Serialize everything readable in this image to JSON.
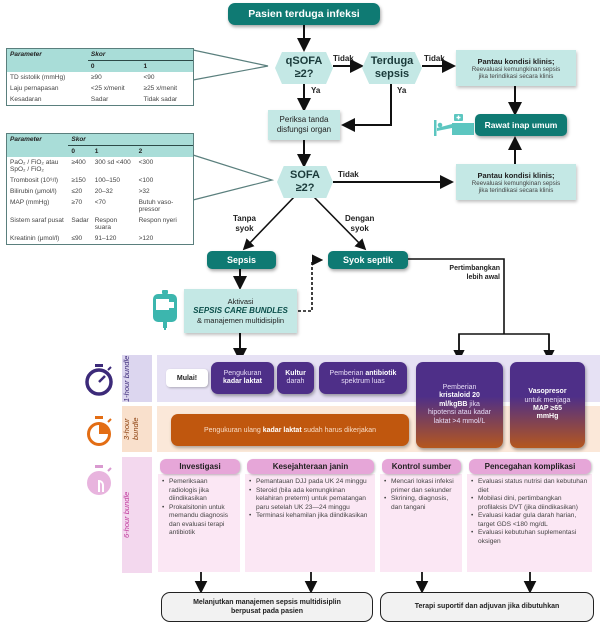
{
  "start": "Pasien terduga infeksi",
  "qsofa": {
    "label": "qSOFA",
    "cond": "≥2?"
  },
  "suspect": {
    "line1": "Terduga",
    "line2": "sepsis"
  },
  "monitor": {
    "title": "Pantau kondisi klinis;",
    "line1": "Reevaluasi kemungkinan sepsis",
    "line2": "jika terindikasi secara klinis"
  },
  "ward": "Rawat inap umum",
  "check_organ": {
    "line1": "Periksa tanda",
    "line2": "disfungsi organ"
  },
  "sofa": {
    "label": "SOFA",
    "cond": "≥2?"
  },
  "labels": {
    "no1": "Tidak",
    "no2": "Tidak",
    "no3": "Tidak",
    "yes1": "Ya",
    "yes2": "Ya",
    "without_shock_1": "Tanpa",
    "without_shock_2": "syok",
    "with_shock_1": "Dengan",
    "with_shock_2": "syok",
    "consider_1": "Pertimbangkan",
    "consider_2": "lebih awal"
  },
  "sepsis": "Sepsis",
  "septic_shock": "Syok septik",
  "activation": {
    "line1": "Aktivasi",
    "line2": "SEPSIS CARE BUNDLES",
    "line3": "& manajemen multidisiplin"
  },
  "qsofa_table": {
    "header": [
      "Parameter",
      "Skor"
    ],
    "scores": [
      "0",
      "1"
    ],
    "rows": [
      [
        "TD sistolik (mmHg)",
        "≥90",
        "<90"
      ],
      [
        "Laju pernapasan",
        "<25 x/menit",
        "≥25 x/menit"
      ],
      [
        "Kesadaran",
        "Sadar",
        "Tidak sadar"
      ]
    ]
  },
  "sofa_table": {
    "header": [
      "Parameter",
      "Skor"
    ],
    "scores": [
      "0",
      "1",
      "2"
    ],
    "rows": [
      [
        "PaO₂ / FiO₂ atau SpO₂ / FiO₂",
        "≥400",
        "300 sd <400",
        "<300"
      ],
      [
        "Trombosit (10⁹/l)",
        "≥150",
        "100–150",
        "<100"
      ],
      [
        "Bilirubin (μmol/l)",
        "≤20",
        "20–32",
        ">32"
      ],
      [
        "MAP (mmHg)",
        "≥70",
        "<70",
        "Butuh vaso-pressor"
      ],
      [
        "Sistem saraf pusat",
        "Sadar",
        "Respon suara",
        "Respon nyeri"
      ],
      [
        "Kreatinin (μmol/l)",
        "≤90",
        "91–120",
        ">120"
      ]
    ]
  },
  "bundles": {
    "one_hour": {
      "label": "1-hour bundle",
      "start": "Mulai!",
      "lactate_1": "Pengukuran",
      "lactate_2": "kadar laktat",
      "culture_1": "Kultur",
      "culture_2": "darah",
      "antibiotic_1": "Pemberian",
      "antibiotic_b": "antibiotik",
      "antibiotic_2": "spektrum luas"
    },
    "three_hour": {
      "label": "3-hour bundle",
      "text_1": "Pengukuran ulang",
      "text_b": "kadar laktat",
      "text_2": "sudah harus dikerjakan"
    },
    "crystalloid": {
      "l1": "Pemberian",
      "l2": "kristaloid 20",
      "l3": "ml/kgBB",
      "l3b": "jika",
      "l4": "hipotensi atau kadar",
      "l5": "laktat >4 mmol/L"
    },
    "vasopressor": {
      "l1": "Vasopresor",
      "l2": "untuk menjaga",
      "l3": "MAP ≥65",
      "l4": "mmHg"
    },
    "six_hour": {
      "label": "6-hour bundle",
      "columns": [
        {
          "title": "Investigasi",
          "items": [
            "Pemeriksaan radiologis jika diindikasikan",
            "Prokalsitonin untuk memandu diagnosis dan evaluasi terapi antibiotik"
          ]
        },
        {
          "title": "Kesejahteraan janin",
          "items": [
            "Pemantauan DJJ pada UK 24 minggu",
            "Steroid (bila ada kemungkinan kelahiran preterm) untuk pematangan paru setelah UK 23—24 minggu",
            "Terminasi kehamilan jika diindikasikan"
          ]
        },
        {
          "title": "Kontrol sumber",
          "items": [
            "Mencari lokasi infeksi primer dan sekunder",
            "Skrining, diagnosis, dan tangani"
          ]
        },
        {
          "title": "Pencegahan komplikasi",
          "items": [
            "Evaluasi status nutrisi dan kebutuhan diet",
            "Mobilasi dini, pertimbangkan profilaksis DVT (jika diindikasikan)",
            "Evaluasi kadar gula darah harian, target GDS <180 mg/dL",
            "Evaluasi kebutuhan suplementasi oksigen"
          ]
        }
      ]
    }
  },
  "final": {
    "left_1": "Melanjutkan manajemen sepsis multidisiplin",
    "left_2": "berpusat pada pasien",
    "right": "Terapi suportif dan adjuvan jika dibutuhkan"
  },
  "colors": {
    "teal_dark": "#0f7a73",
    "teal_light": "#c4e8e5",
    "purple": "#4e2f88",
    "orange": "#c0570e",
    "pink": "#e6a6d8"
  }
}
